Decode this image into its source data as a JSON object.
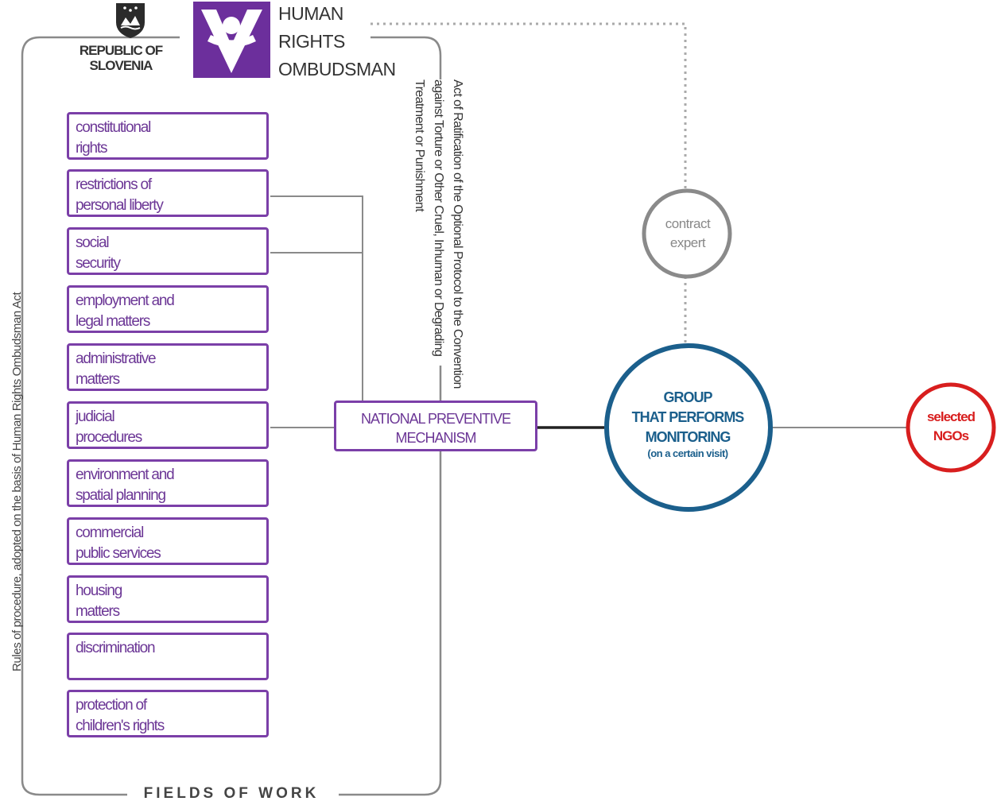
{
  "header": {
    "republic": [
      "REPUBLIC OF",
      "SLOVENIA"
    ],
    "ombudsman": [
      "HUMAN",
      "RIGHTS",
      "OMBUDSMAN"
    ]
  },
  "fields": [
    [
      "constitutional",
      "rights"
    ],
    [
      "restrictions of",
      "personal liberty"
    ],
    [
      "social",
      "security"
    ],
    [
      "employment and",
      "legal matters"
    ],
    [
      "administrative",
      "matters"
    ],
    [
      "judicial",
      "procedures"
    ],
    [
      "environment and",
      "spatial planning"
    ],
    [
      "commercial",
      "public services"
    ],
    [
      "housing",
      "matters"
    ],
    [
      "discrimination",
      ""
    ],
    [
      "protection of",
      "children's rights"
    ]
  ],
  "fields_of_work_label": "FIELDS OF WORK",
  "left_caption": "Rules of procedure, adopted on the basis of Human Rights Ombudsman Act",
  "right_caption": "Act of Ratification of the Optional Protocol to the Convention against Torture or Other Cruel, Inhuman or Degrading Treatment or Punishment",
  "npm": [
    "NATIONAL PREVENTIVE",
    "MECHANISM"
  ],
  "contract_expert": [
    "contract",
    "expert"
  ],
  "group": {
    "lines": [
      "GROUP",
      "THAT PERFORMS",
      "MONITORING"
    ],
    "sub": "(on a certain visit)"
  },
  "ngos": [
    "selected",
    "NGOs"
  ],
  "colors": {
    "purple": "#7b3fa8",
    "blue": "#1b5f8c",
    "red": "#d81e1e",
    "grey": "#8a8a8a"
  }
}
